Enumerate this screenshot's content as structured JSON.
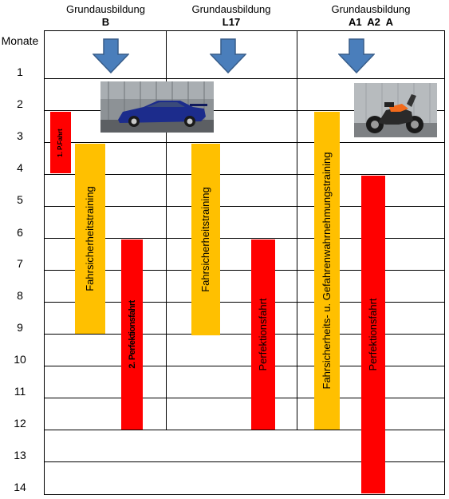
{
  "columns": [
    {
      "heading": "Grundausbildung",
      "sub": "B"
    },
    {
      "heading": "Grundausbildung",
      "sub": "L17"
    },
    {
      "heading": "Grundausbildung",
      "sub": "A1  A2  A"
    }
  ],
  "months_label": "Monate",
  "months": [
    "1",
    "2",
    "3",
    "4",
    "5",
    "6",
    "7",
    "8",
    "9",
    "10",
    "11",
    "12",
    "13",
    "14"
  ],
  "bars": {
    "b_pfahrt": {
      "label": "1. P.Fahrt",
      "start": 2,
      "end": 4
    },
    "b_training": {
      "label": "Fahrsicherheitstraining",
      "start": 3,
      "end": 9
    },
    "b_perfektion": {
      "label": "2. Perfektionsfahrt",
      "start": 6,
      "end": 12
    },
    "l17_training": {
      "label": "Fahrsicherheitstraining",
      "start": 3,
      "end": 9
    },
    "l17_perfektion": {
      "label": "Perfektionsfahrt",
      "start": 6,
      "end": 12
    },
    "a_training": {
      "label": "Fahrsicherheits- u. Gefahrenwahrnehmungstraining",
      "start": 2,
      "end": 12
    },
    "a_perfektion": {
      "label": "Perfektionsfahrt",
      "start": 4,
      "end": 14
    }
  },
  "images": {
    "car": "car-photo",
    "motorcycle": "motorcycle-photo"
  },
  "colors": {
    "red": "#ff0000",
    "amber": "#ffc000",
    "arrow": "#4a7ebb"
  }
}
